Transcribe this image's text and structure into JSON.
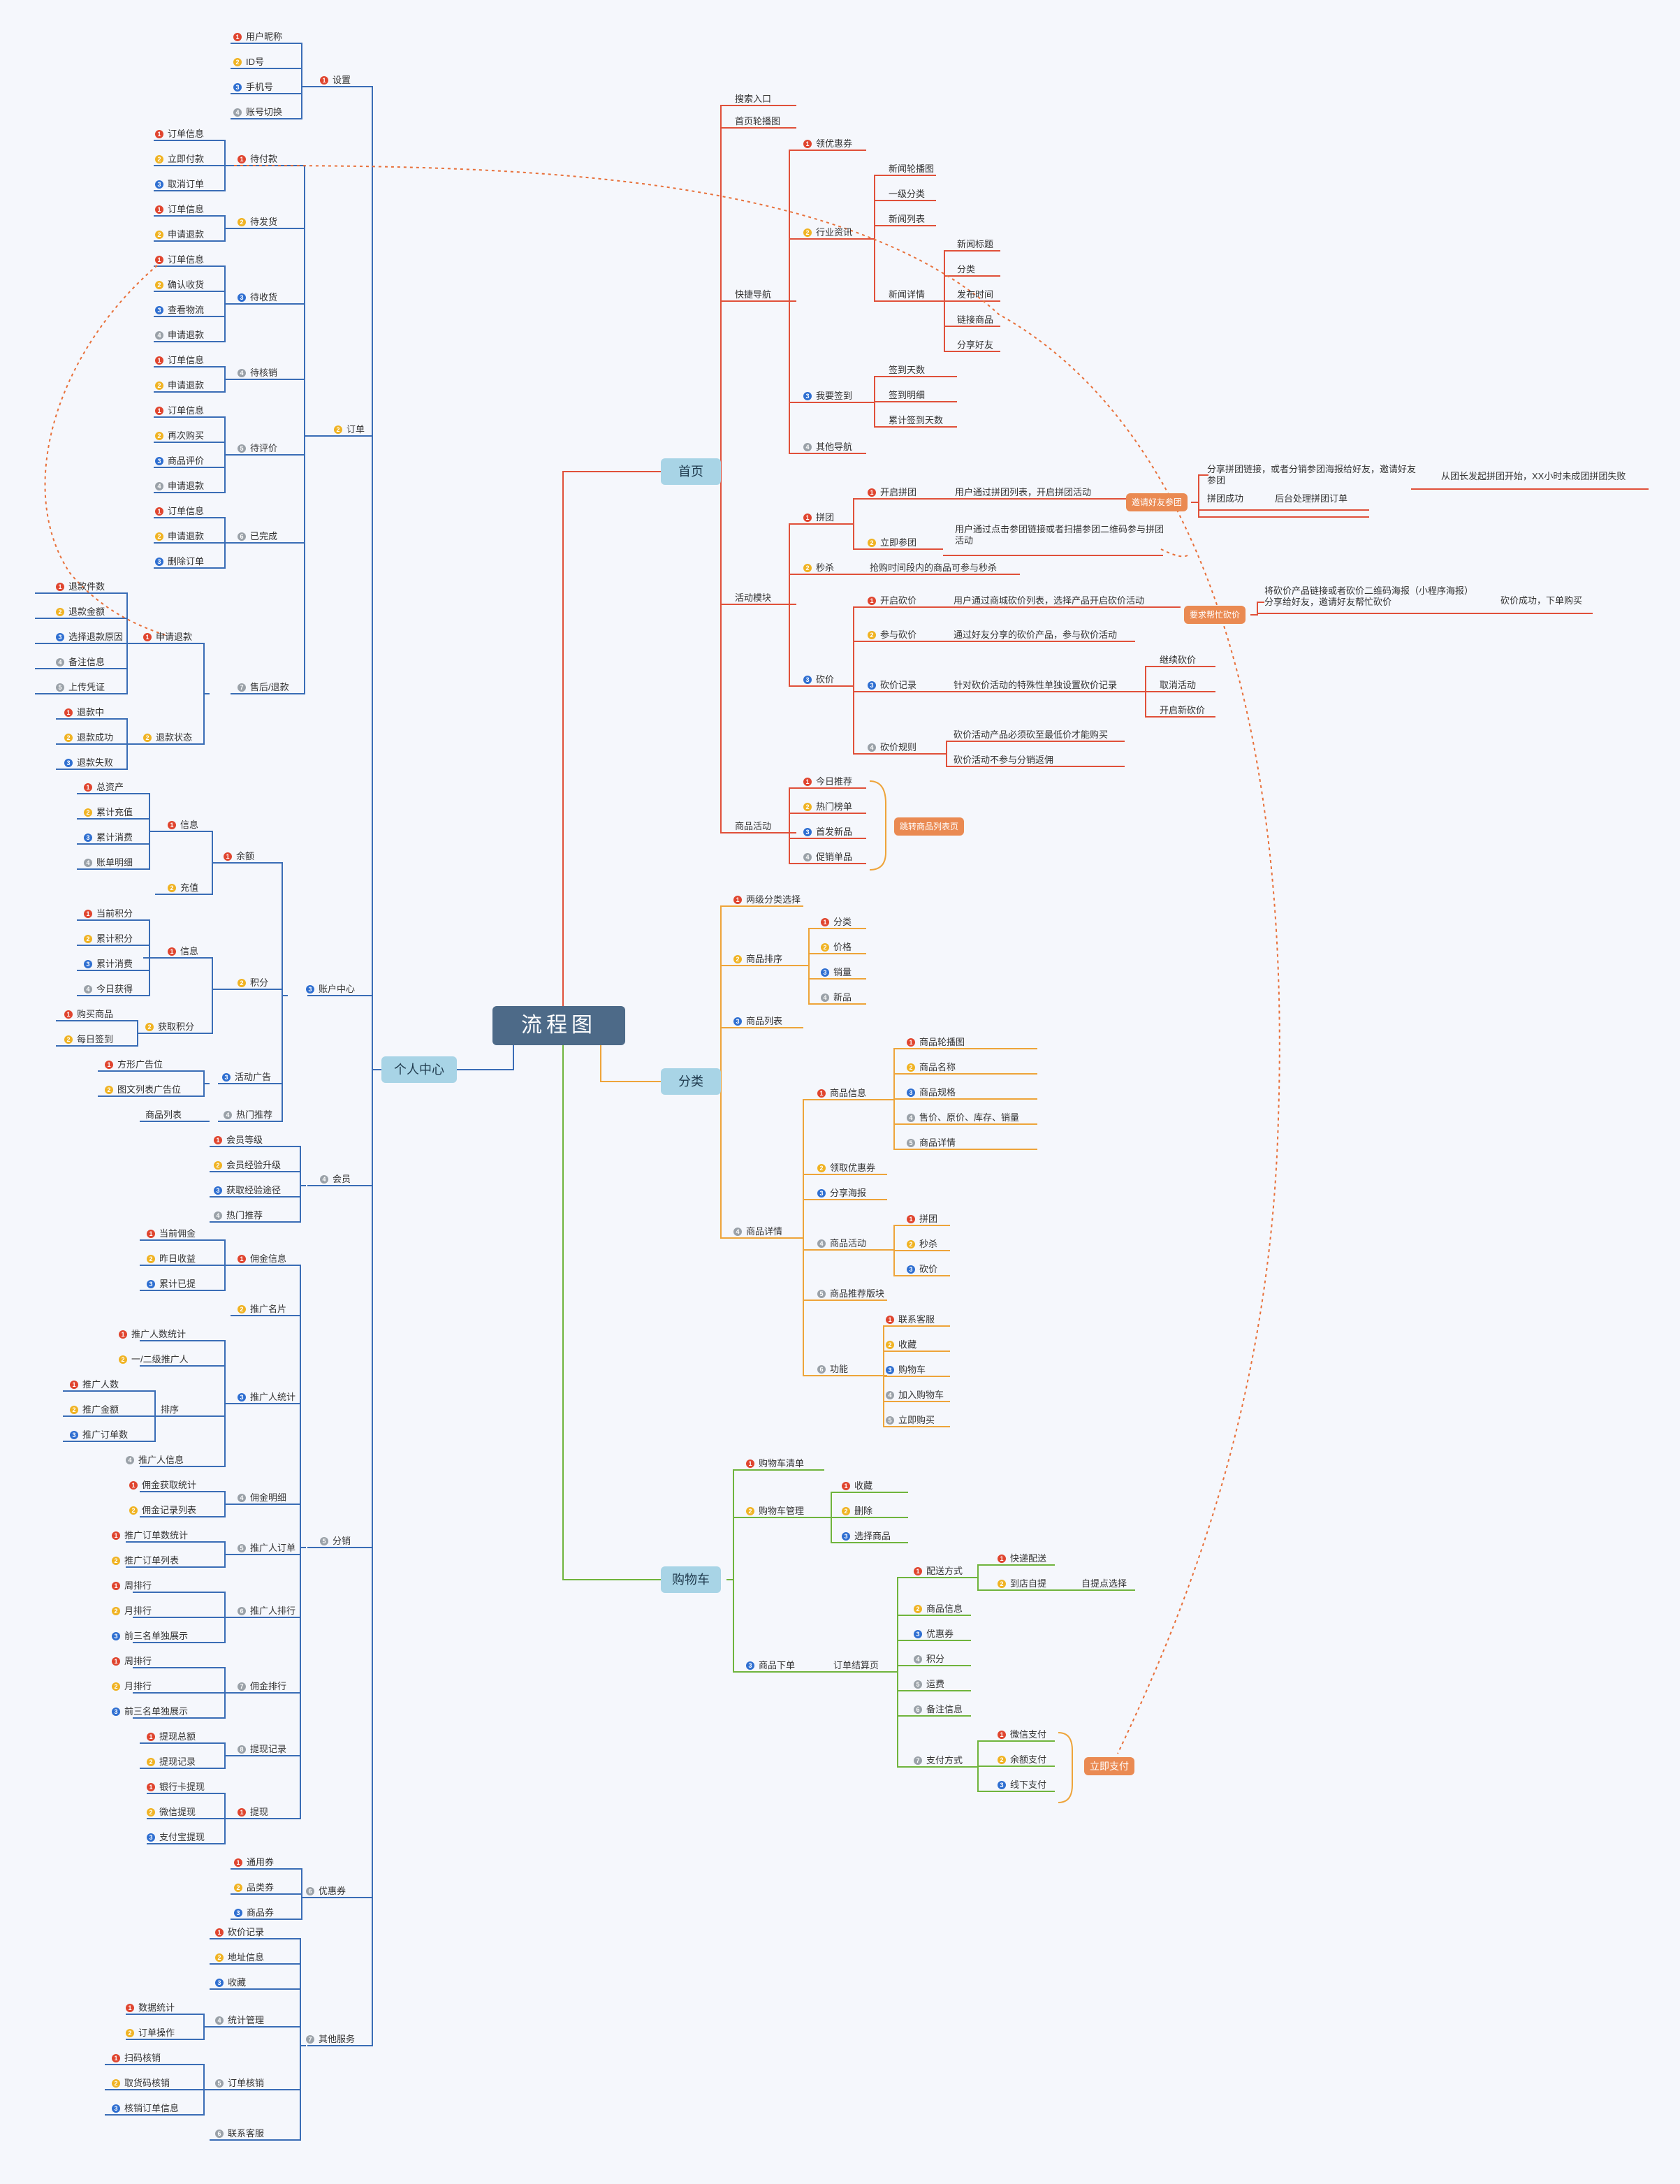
{
  "title": "流程图",
  "main_nodes": {
    "home": "首页",
    "category": "分类",
    "cart": "购物车",
    "user": "个人中心"
  },
  "home": {
    "search": "搜索入口",
    "banner": "首页轮播图",
    "quick_nav": "快捷导航",
    "coupon": "领优惠券",
    "news": "行业资讯",
    "news_banner": "新闻轮播图",
    "first_cat": "一级分类",
    "news_list": "新闻列表",
    "news_detail": "新闻详情",
    "news_title": "新闻标题",
    "news_cat": "分类",
    "publish_time": "发布时间",
    "link_goods": "链接商品",
    "share_friend": "分享好友",
    "signin": "我要签到",
    "sign_days": "签到天数",
    "sign_detail": "签到明细",
    "sign_total": "累计签到天数",
    "other_nav": "其他导航",
    "activity": "活动模块",
    "group": "拼团",
    "open_group": "开启拼团",
    "open_group_desc": "用户通过拼团列表，开启拼团活动",
    "invite_tag": "邀请好友参团",
    "invite_desc": "分享拼团链接，或者分销参团海报给好友，邀请好友参团",
    "group_start": "从团长发起拼团开始，XX小时未成团拼团失败",
    "group_success": "拼团成功",
    "group_success_desc": "后台处理拼团订单",
    "join_group": "立即参团",
    "join_group_desc": "用户通过点击参团链接或者扫描参团二维码参与拼团活动",
    "seckill": "秒杀",
    "seckill_desc": "抢购时间段内的商品可参与秒杀",
    "bargain": "砍价",
    "open_bargain": "开启砍价",
    "open_bargain_desc": "用户通过商城砍价列表，选择产品开启砍价活动",
    "help_tag": "要求帮忙砍价",
    "help_desc": "将砍价产品链接或者砍价二维码海报（小程序海报）分享给好友，邀请好友帮忙砍价",
    "bargain_success": "砍价成功，下单购买",
    "join_bargain": "参与砍价",
    "join_bargain_desc": "通过好友分享的砍价产品，参与砍价活动",
    "bargain_record": "砍价记录",
    "bargain_record_desc": "针对砍价活动的特殊性单独设置砍价记录",
    "continue_bargain": "继续砍价",
    "cancel_activity": "取消活动",
    "restart_bargain": "开启新砍价",
    "bargain_rule": "砍价规则",
    "rule1": "砍价活动产品必须砍至最低价才能购买",
    "rule2": "砍价活动不参与分销返佣",
    "goods_activity": "商品活动",
    "today": "今日推荐",
    "hot": "热门榜单",
    "new_first": "首发新品",
    "promo": "促销单品",
    "jump_tag": "跳转商品列表页"
  },
  "category": {
    "two_level": "两级分类选择",
    "sort": "商品排序",
    "sort_items": [
      "分类",
      "价格",
      "销量",
      "新品"
    ],
    "list": "商品列表",
    "detail": "商品详情",
    "info": "商品信息",
    "info_items": [
      "商品轮播图",
      "商品名称",
      "商品规格",
      "售价、原价、库存、销量",
      "商品详情"
    ],
    "get_coupon": "领取优惠券",
    "share_poster": "分享海报",
    "goods_activity": "商品活动",
    "act_items": [
      "拼团",
      "秒杀",
      "砍价"
    ],
    "recommend": "商品推荐版块",
    "function": "功能",
    "func_items": [
      "联系客服",
      "收藏",
      "购物车",
      "加入购物车",
      "立即购买"
    ]
  },
  "cart": {
    "list": "购物车清单",
    "manage": "购物车管理",
    "manage_items": [
      "收藏",
      "删除",
      "选择商品"
    ],
    "order": "商品下单",
    "checkout": "订单结算页",
    "delivery": "配送方式",
    "express": "快递配送",
    "self_pick": "到店自提",
    "self_pick_choose": "自提点选择",
    "checkout_items": [
      "商品信息",
      "优惠券",
      "积分",
      "运费",
      "备注信息"
    ],
    "pay": "支付方式",
    "pay_items": [
      "微信支付",
      "余额支付",
      "线下支付"
    ],
    "pay_now": "立即支付"
  },
  "user": {
    "settings": "设置",
    "settings_items": [
      "用户昵称",
      "ID号",
      "手机号",
      "账号切换"
    ],
    "order": "订单",
    "to_pay": "待付款",
    "to_pay_items": [
      "订单信息",
      "立即付款",
      "取消订单"
    ],
    "to_ship": "待发货",
    "to_ship_items": [
      "订单信息",
      "申请退款"
    ],
    "to_receive": "待收货",
    "to_receive_items": [
      "订单信息",
      "确认收货",
      "查看物流",
      "申请退款"
    ],
    "to_verify": "待核销",
    "to_verify_items": [
      "订单信息",
      "申请退款"
    ],
    "to_review": "待评价",
    "to_review_items": [
      "订单信息",
      "再次购买",
      "商品评价",
      "申请退款"
    ],
    "done": "已完成",
    "done_items": [
      "订单信息",
      "申请退款",
      "删除订单"
    ],
    "after_sale": "售后/退款",
    "refund_apply": "申请退款",
    "refund_apply_items": [
      "退款件数",
      "退款金额",
      "选择退款原因",
      "备注信息",
      "上传凭证"
    ],
    "refund_status": "退款状态",
    "refund_status_items": [
      "退款中",
      "退款成功",
      "退款失败"
    ],
    "account": "账户中心",
    "balance": "余额",
    "balance_info": "信息",
    "balance_info_items": [
      "总资产",
      "累计充值",
      "累计消费",
      "账单明细"
    ],
    "recharge": "充值",
    "points": "积分",
    "points_info": "信息",
    "points_info_items": [
      "当前积分",
      "累计积分",
      "累计消费",
      "今日获得"
    ],
    "get_points": "获取积分",
    "get_points_items": [
      "购买商品",
      "每日签到"
    ],
    "ad": "活动广告",
    "ad_items": [
      "方形广告位",
      "图文列表广告位"
    ],
    "hot_rec": "热门推荐",
    "goods_list": "商品列表",
    "member": "会员",
    "member_items": [
      "会员等级",
      "会员经验升级",
      "获取经验途径",
      "热门推荐"
    ],
    "distribution": "分销",
    "commission_info": "佣金信息",
    "commission_items": [
      "当前佣金",
      "昨日收益",
      "累计已提"
    ],
    "promo_card": "推广名片",
    "promoter_stats": "推广人统计",
    "promoter_count": "推广人数统计",
    "level_promoter": "一/二级推广人",
    "rank": "排序",
    "rank_items": [
      "推广人数",
      "推广金额",
      "推广订单数"
    ],
    "promoter_info": "推广人信息",
    "commission_detail": "佣金明细",
    "commission_detail_items": [
      "佣金获取统计",
      "佣金记录列表"
    ],
    "promo_orders": "推广人订单",
    "promo_orders_items": [
      "推广订单数统计",
      "推广订单列表"
    ],
    "promoter_rank": "推广人排行",
    "promoter_rank_items": [
      "周排行",
      "月排行",
      "前三名单独展示"
    ],
    "commission_rank": "佣金排行",
    "commission_rank_items": [
      "周排行",
      "月排行",
      "前三名单独展示"
    ],
    "withdraw_record": "提现记录",
    "withdraw_record_items": [
      "提现总额",
      "提现记录"
    ],
    "withdraw": "提现",
    "withdraw_items": [
      "银行卡提现",
      "微信提现",
      "支付宝提现"
    ],
    "coupons": "优惠券",
    "coupon_items": [
      "通用券",
      "品类券",
      "商品券"
    ],
    "other": "其他服务",
    "bargain_record": "砍价记录",
    "address": "地址信息",
    "favorites": "收藏",
    "stats": "统计管理",
    "stats_items": [
      "数据统计",
      "订单操作"
    ],
    "verify": "订单核销",
    "verify_items": [
      "扫码核销",
      "取货码核销",
      "核销订单信息"
    ],
    "service": "联系客服"
  }
}
